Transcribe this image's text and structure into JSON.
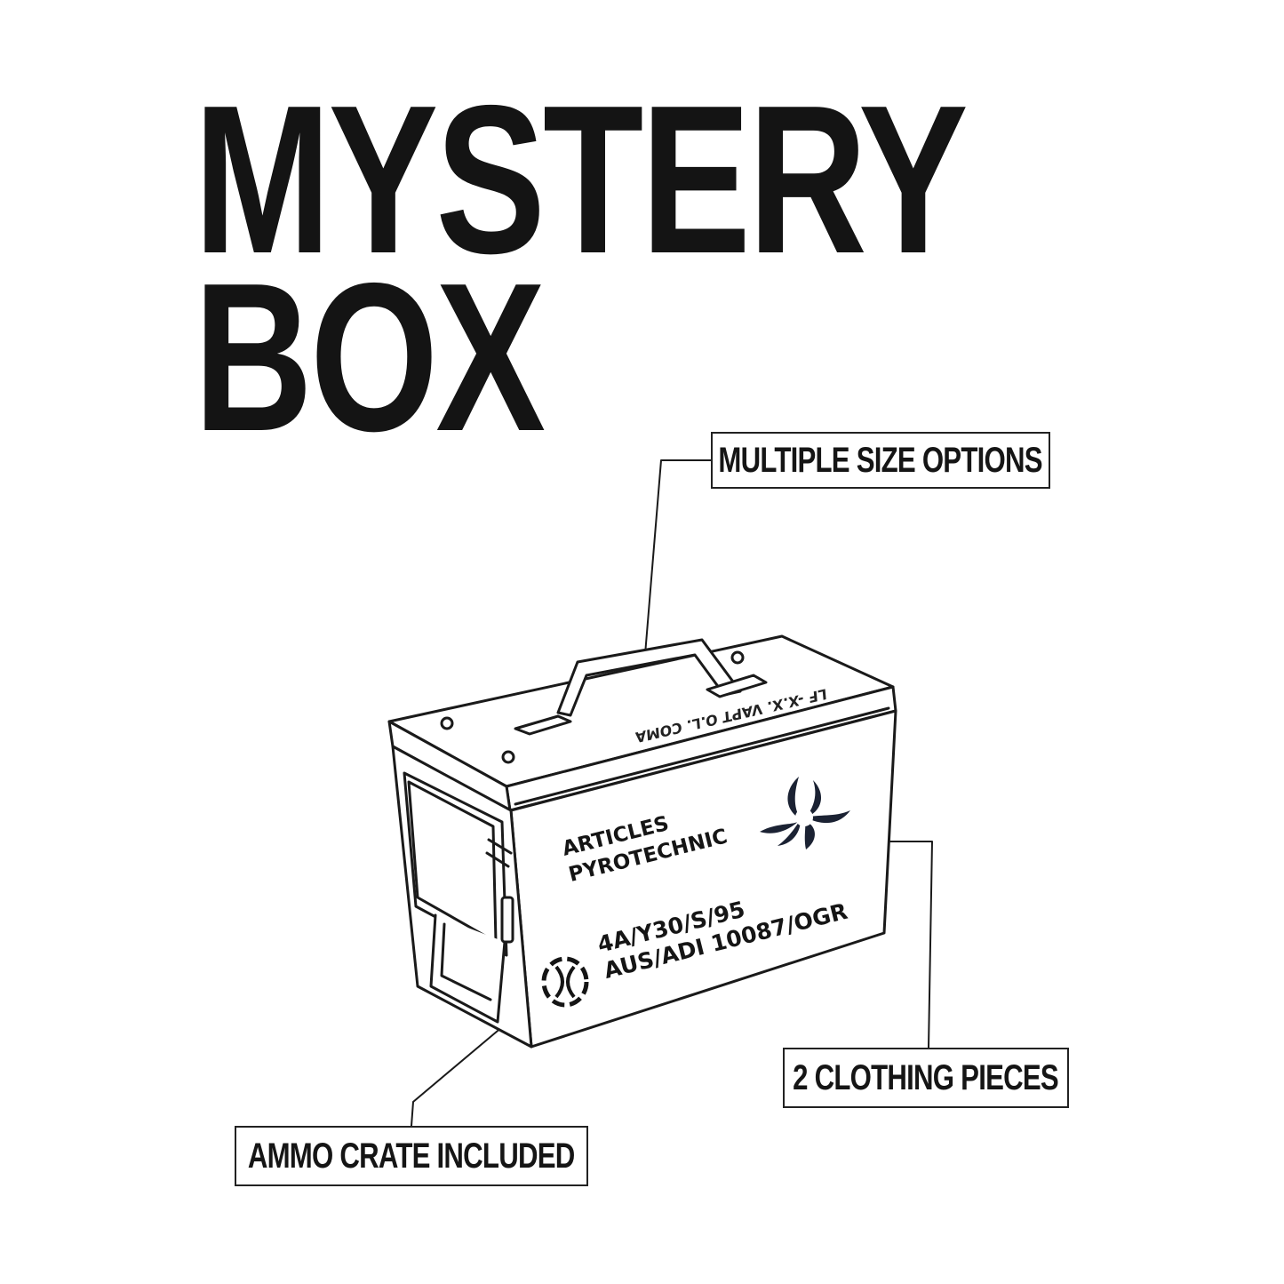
{
  "title": {
    "line1": "MYSTERY",
    "line2": "BOX"
  },
  "callouts": {
    "size_options": "MULTIPLE SIZE OPTIONS",
    "clothing_pieces": "2 CLOTHING PIECES",
    "ammo_crate": "AMMO CRATE INCLUDED"
  },
  "crate": {
    "stencil_line1": "ARTICLES",
    "stencil_line2": "PYROTECHNIC",
    "code_line1": "4A/Y30/S/95",
    "code_line2": "AUS/ADI 10087/OGR",
    "lid_text": "LF -X.X. VAPT O.L. COMA",
    "logo_icon": "tri-blade-logo-icon",
    "emblem_icon": "circle-emblem-icon"
  },
  "colors": {
    "ink": "#141414",
    "logo": "#1b2233",
    "background": "#ffffff"
  }
}
